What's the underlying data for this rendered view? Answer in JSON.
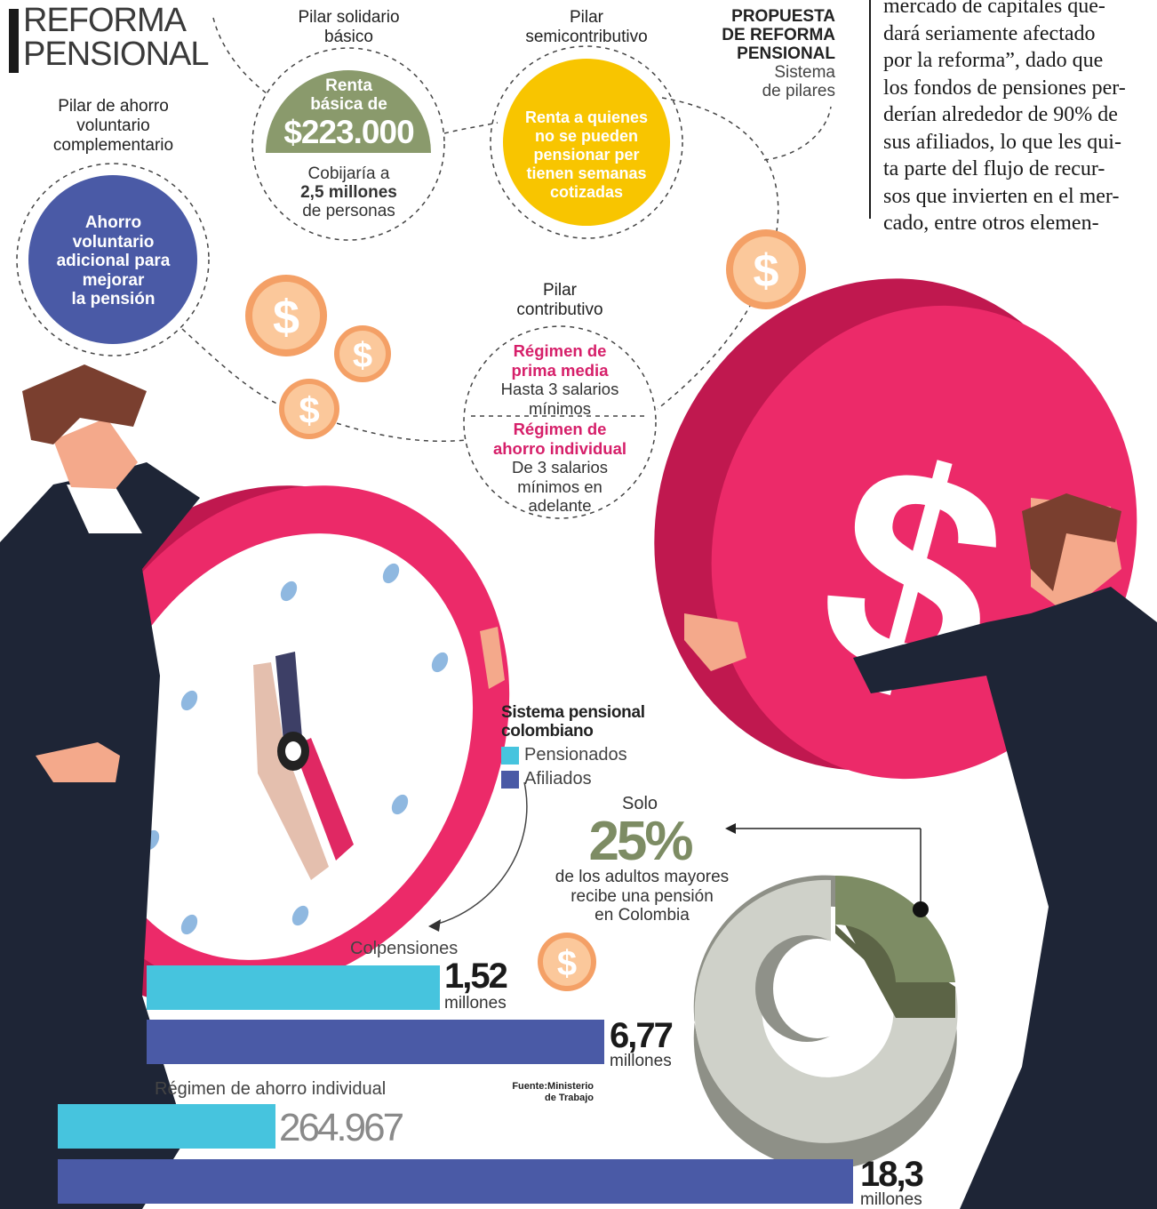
{
  "header": {
    "title_line1": "REFORMA",
    "title_line2": "PENSIONAL"
  },
  "proposal": {
    "line1": "PROPUESTA",
    "line2": "DE REFORMA",
    "line3": "PENSIONAL",
    "line4": "Sistema",
    "line5": "de pilares"
  },
  "pillars": {
    "voluntary": {
      "title": [
        "Pilar de ahorro",
        "voluntario",
        "complementario"
      ],
      "circle": [
        "Ahorro",
        "voluntario",
        "adicional para",
        "mejorar",
        "la pensión"
      ]
    },
    "solidarity": {
      "title": [
        "Pilar solidario",
        "básico"
      ],
      "circle_label": [
        "Renta",
        "básica de"
      ],
      "amount": "$223.000",
      "note": [
        "Cobijaría a",
        "2,5 millones",
        "de personas"
      ]
    },
    "semi": {
      "title": [
        "Pilar",
        "semicontributivo"
      ],
      "circle": [
        "Renta a quienes",
        "no se pueden",
        "pensionar per",
        "tienen semanas",
        "cotizadas"
      ]
    },
    "contributive": {
      "title": [
        "Pilar",
        "contributivo"
      ],
      "regime1_name": [
        "Régimen de",
        "prima media"
      ],
      "regime1_desc": [
        "Hasta 3 salarios",
        "mínimos"
      ],
      "regime2_name": [
        "Régimen de",
        "ahorro individual"
      ],
      "regime2_desc": [
        "De 3 salarios",
        "mínimos en",
        "adelante"
      ]
    }
  },
  "article_lines": [
    "mercado de capitales que-",
    "dará seriamente afectado",
    "por la reforma”, dado que",
    "los fondos de pensiones per-",
    "derían alrededor de 90% de",
    "sus afiliados, lo que les qui-",
    "ta parte del flujo de recur-",
    "sos que invierten en el mer-",
    "cado, entre otros elemen-"
  ],
  "dollar_glyph": "$",
  "colors": {
    "cyan": "#46c4de",
    "navy": "#4a5aa6",
    "pink": "#ec2a69",
    "olive": "#8a9a6c",
    "yellow": "#f8c500",
    "coin": "#f9b47a",
    "gray_donut": "#cfd1c9",
    "olive_donut": "#7d8c64"
  },
  "chart_data": [
    {
      "type": "bar",
      "title": "Sistema pensional colombiano",
      "legend": [
        "Pensionados",
        "Afiliados"
      ],
      "categories": [
        "Colpensiones",
        "Régimen de ahorro individual"
      ],
      "series": [
        {
          "name": "Pensionados",
          "values": [
            1520000,
            264967
          ],
          "labels": [
            "1,52",
            "264.967"
          ],
          "units": [
            "millones",
            ""
          ]
        },
        {
          "name": "Afiliados",
          "values": [
            6770000,
            18300000
          ],
          "labels": [
            "6,77",
            "18,3"
          ],
          "units": [
            "millones",
            "millones"
          ]
        }
      ],
      "source": [
        "Fuente:Ministerio",
        "de Trabajo"
      ]
    },
    {
      "type": "pie",
      "prefix": "Solo",
      "headline": "25%",
      "caption": [
        "de los adultos mayores",
        "recibe una pensión",
        "en Colombia"
      ],
      "values": [
        25,
        75
      ]
    }
  ]
}
